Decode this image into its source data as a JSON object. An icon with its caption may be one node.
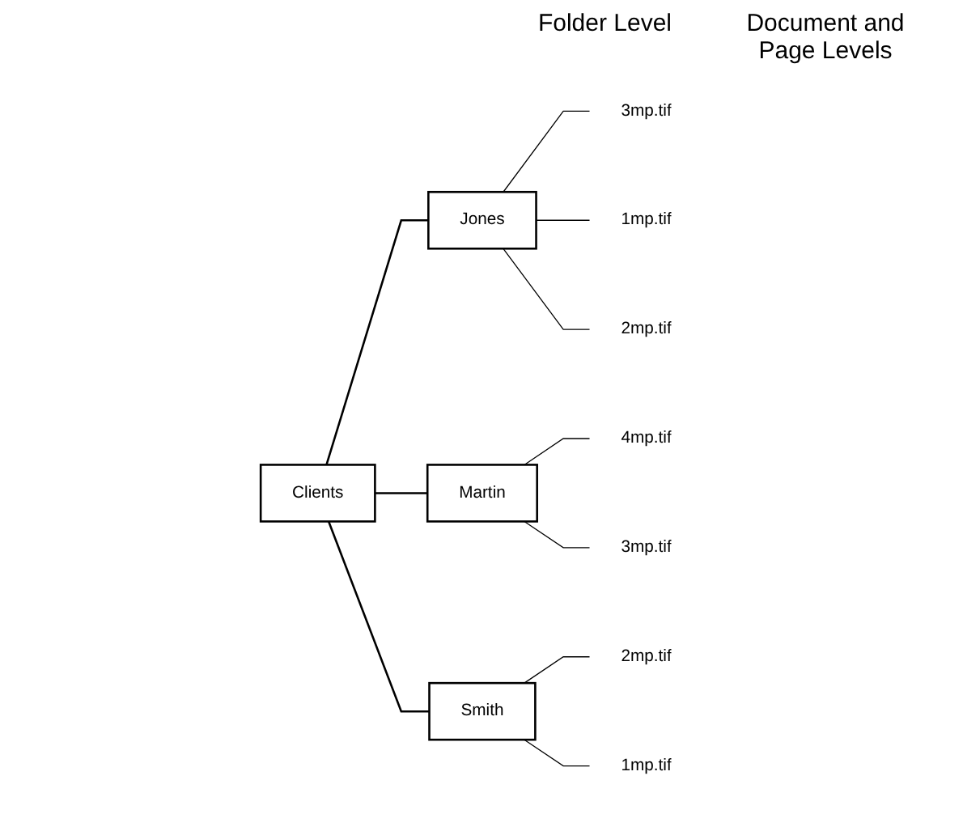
{
  "diagram": {
    "nodes": [
      {
        "text": [
          "Clients"
        ]
      },
      {
        "text": [
          "Jones"
        ]
      },
      {
        "text": [
          "Martin"
        ]
      },
      {
        "text": [
          "Smith"
        ]
      },
      {
        "text": [
          "3mp.tif"
        ]
      },
      {
        "text": [
          "1mp.tif"
        ]
      },
      {
        "text": [
          "2mp.tif"
        ]
      },
      {
        "text": [
          "4mp.tif"
        ]
      },
      {
        "text": [
          "3mp.tif"
        ]
      },
      {
        "text": [
          "2mp.tif"
        ]
      },
      {
        "text": [
          "1mp.tif"
        ]
      }
    ],
    "edges": [
      {
        "from": 0,
        "to": 1,
        "arrow": "none"
      },
      {
        "from": 0,
        "to": 2,
        "arrow": "none"
      },
      {
        "from": 0,
        "to": 3,
        "arrow": "none"
      },
      {
        "from": 1,
        "to": 4,
        "arrow": "none"
      },
      {
        "from": 1,
        "to": 5,
        "arrow": "none"
      },
      {
        "from": 1,
        "to": 6,
        "arrow": "none"
      },
      {
        "from": 2,
        "to": 7,
        "arrow": "none"
      },
      {
        "from": 2,
        "to": 8,
        "arrow": "none"
      },
      {
        "from": 3,
        "to": 9,
        "arrow": "none"
      },
      {
        "from": 3,
        "to": 10,
        "arrow": "none"
      }
    ],
    "labels": [
      "Folder Level",
      "Document and Page Levels"
    ]
  }
}
